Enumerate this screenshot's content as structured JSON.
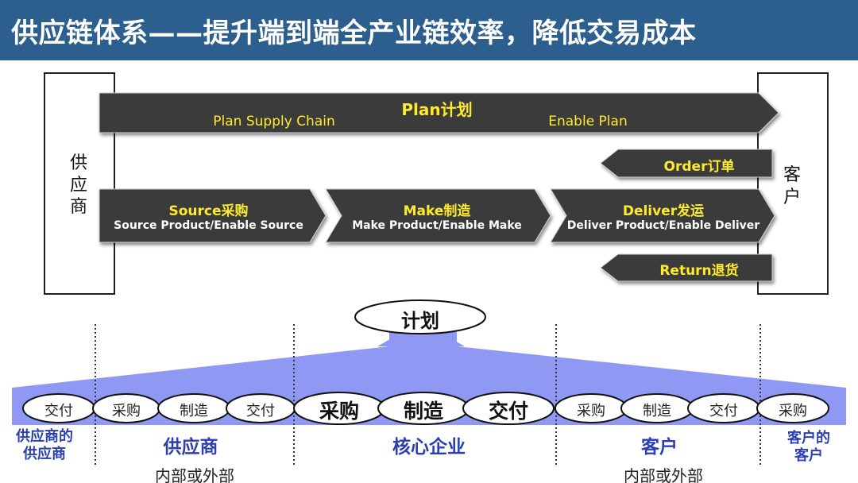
{
  "title": "供应链体系——提升端到端全产业链效率，降低交易成本",
  "supplier_box": "供\n应\n商",
  "customer_box": "客\n户",
  "plan": {
    "label": "Plan计划",
    "sub_left": "Plan Supply Chain",
    "sub_right": "Enable Plan"
  },
  "order": {
    "label": "Order订单"
  },
  "return": {
    "label": "Return退货"
  },
  "source": {
    "label": "Source采购",
    "sub": "Source Product/Enable Source"
  },
  "make": {
    "label": "Make制造",
    "sub": "Make Product/Enable Make"
  },
  "deliver": {
    "label": "Deliver发运",
    "sub": "Deliver Product/Enable Deliver"
  },
  "plan_oval": "计划",
  "ovals": [
    {
      "text": "交付"
    },
    {
      "text": "采购"
    },
    {
      "text": "制造"
    },
    {
      "text": "交付"
    },
    {
      "text": "采购"
    },
    {
      "text": "制造"
    },
    {
      "text": "交付"
    },
    {
      "text": "采购"
    },
    {
      "text": "制造"
    },
    {
      "text": "交付"
    },
    {
      "text": "采购"
    }
  ],
  "sections": {
    "supplier_supplier": "供应商的\n供应商",
    "supplier": "供应商",
    "core": "核心企业",
    "customer": "客户",
    "customer_customer": "客户的\n客户"
  },
  "internal_external": "内部或外部",
  "colors": {
    "title_bg": "#2d5f8e",
    "chevron": "#3a3a3a",
    "chevron_label": "#ffeb2a",
    "band": "#8f98f2",
    "section_text": "#2b3fb0"
  }
}
